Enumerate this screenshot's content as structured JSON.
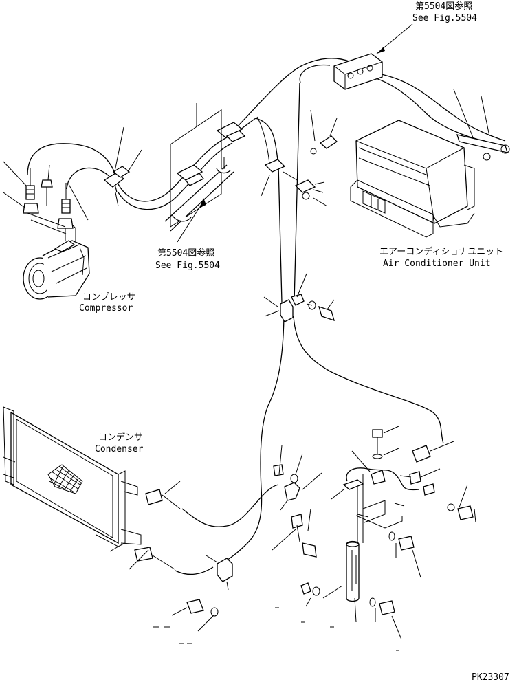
{
  "labels": {
    "ref_top_jp": "第5504図参照",
    "ref_top_en": "See Fig.5504",
    "ref_mid_jp": "第5504図参照",
    "ref_mid_en": "See Fig.5504",
    "ac_unit_jp": "エアーコンディショナユニット",
    "ac_unit_en": "Air Conditioner Unit",
    "compressor_jp": "コンプレッサ",
    "compressor_en": "Compressor",
    "condenser_jp": "コンデンサ",
    "condenser_en": "Condenser",
    "drawing_code": "PK23307"
  }
}
